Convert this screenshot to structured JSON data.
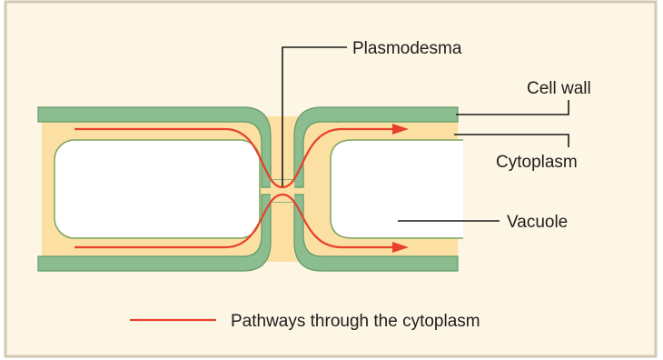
{
  "labels": {
    "plasmodesma": "Plasmodesma",
    "cell_wall": "Cell wall",
    "cytoplasm": "Cytoplasm",
    "vacuole": "Vacuole"
  },
  "legend": {
    "text": "Pathways through the cytoplasm",
    "line_color": "#e8402a"
  },
  "colors": {
    "background": "#fdf6e4",
    "frame": "#d3c8b3",
    "cell_wall": "#8cbd91",
    "cell_wall_edge": "#5e9a66",
    "cytoplasm": "#fbdfa3",
    "vacuole": "#ffffff",
    "pathway": "#e8402a",
    "leader": "#1a1a1a"
  }
}
